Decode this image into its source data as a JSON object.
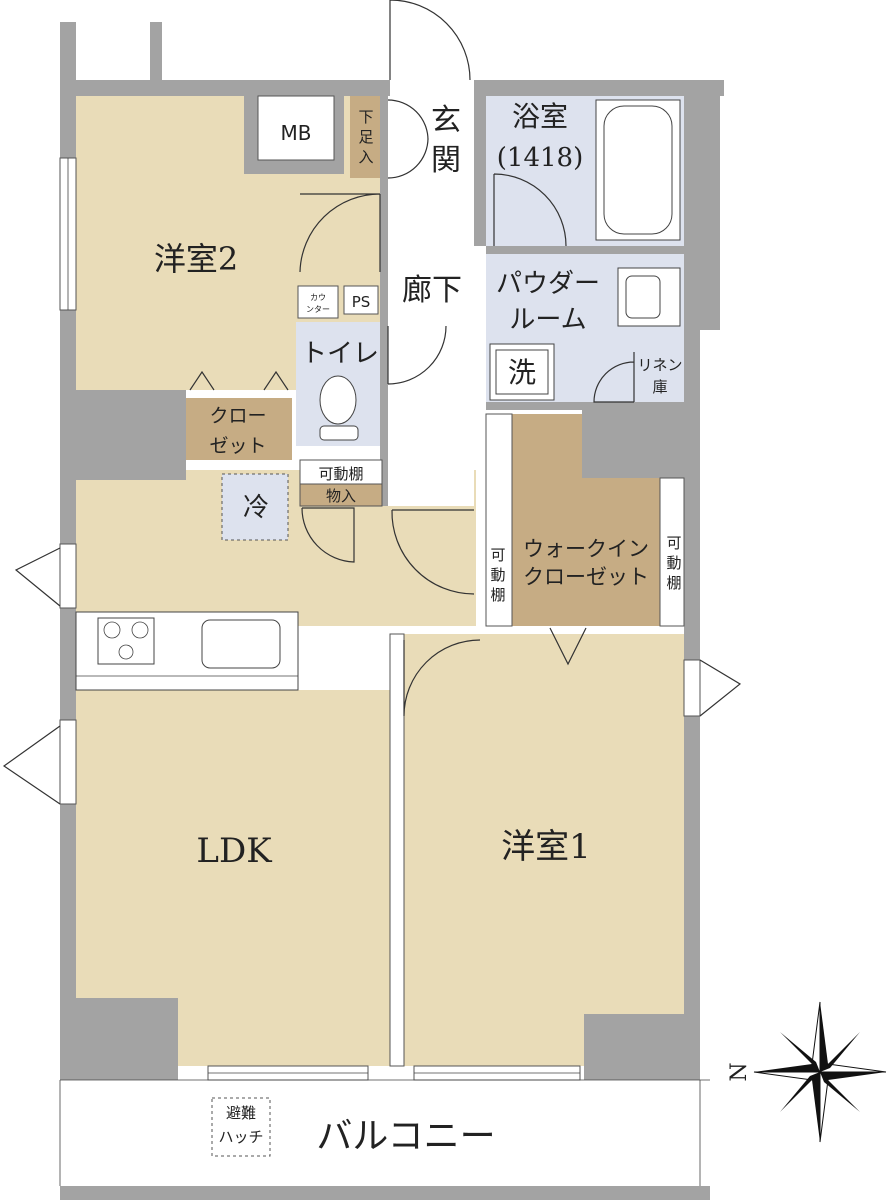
{
  "colors": {
    "wall": "#a3a3a3",
    "floor_room": "#e9dcb8",
    "storage": "#c6ac84",
    "wet_area": "#dde2ee",
    "balcony": "#ffffff",
    "outline": "#333333"
  },
  "rooms": {
    "bedroom2": "洋室2",
    "bedroom1": "洋室1",
    "ldk": "LDK",
    "entrance": "玄関",
    "hallway": "廊下",
    "bath_line1": "浴室",
    "bath_line2": "(1418)",
    "powder_line1": "パウダー",
    "powder_line2": "ルーム",
    "toilet": "トイレ",
    "walkin_line1": "ウォークイン",
    "walkin_line2": "クローゼット",
    "closet_line1": "クロー",
    "closet_line2": "ゼット",
    "balcony": "バルコニー"
  },
  "fixtures": {
    "mb": "MB",
    "ps": "PS",
    "counter_line1": "カウ",
    "counter_line2": "ンター",
    "shoe_line1": "下",
    "shoe_line2": "足",
    "shoe_line3": "入",
    "fridge": "冷",
    "washer": "洗",
    "linen_line1": "リネン",
    "linen_line2": "庫",
    "shelf_storage_line1": "可動棚",
    "shelf_storage_line2": "物入",
    "shelf_left": [
      "可",
      "動",
      "棚"
    ],
    "shelf_right": [
      "可",
      "動",
      "棚"
    ],
    "hatch_line1": "避難",
    "hatch_line2": "ハッチ"
  },
  "compass": {
    "north_label": "N"
  }
}
